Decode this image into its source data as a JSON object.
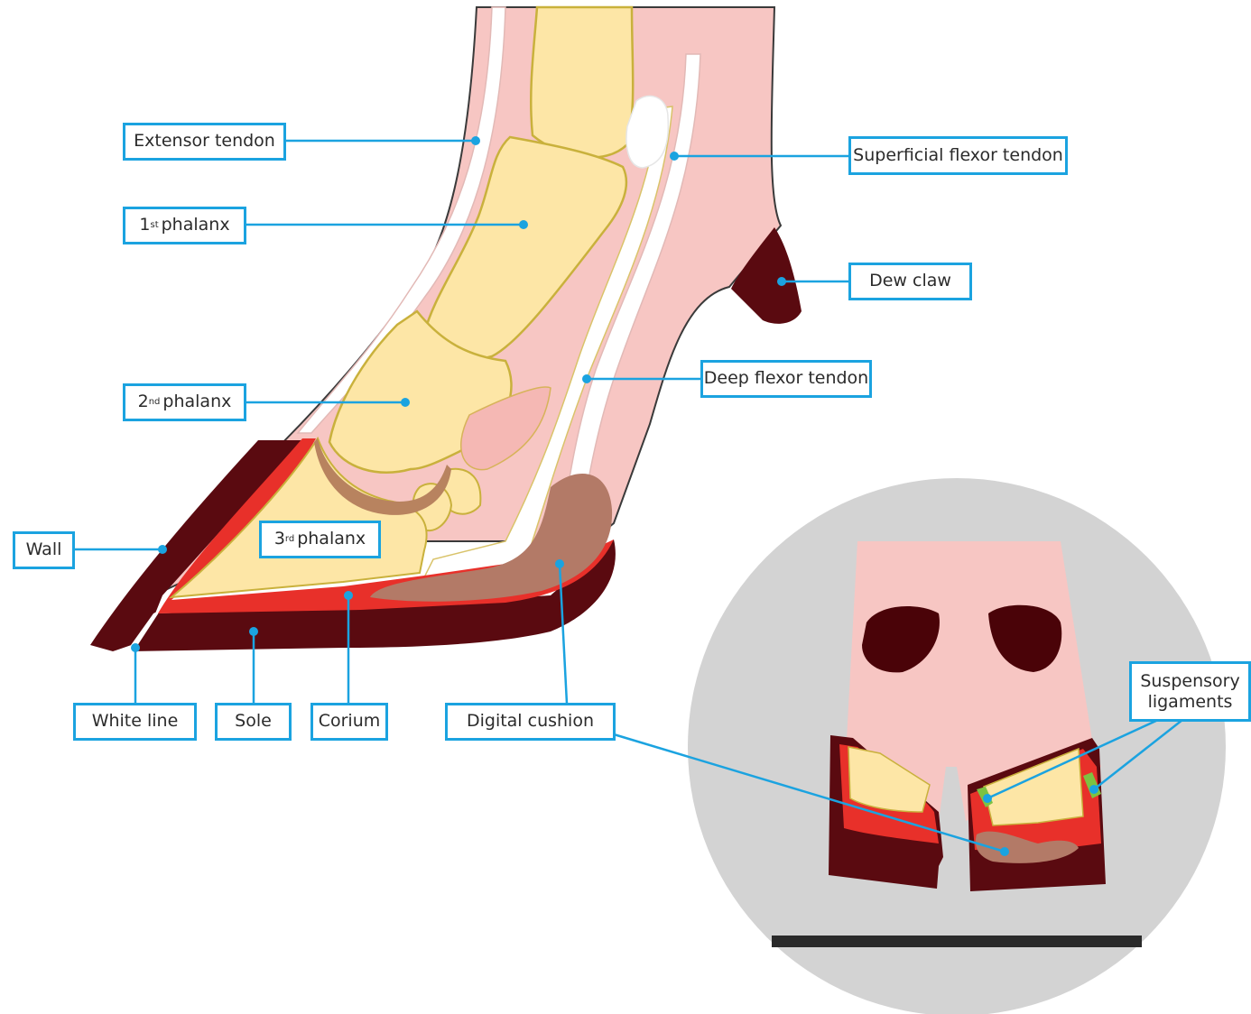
{
  "labels": {
    "extensor_tendon": "Extensor tendon",
    "first_phalanx": {
      "number": "1",
      "suffix": "st",
      "word": "phalanx"
    },
    "second_phalanx": {
      "number": "2",
      "suffix": "nd",
      "word": "phalanx"
    },
    "third_phalanx": {
      "number": "3",
      "suffix": "rd",
      "word": "phalanx"
    },
    "superficial_flexor_tendon": "Superficial flexor tendon",
    "dew_claw": "Dew claw",
    "deep_flexor_tendon": "Deep flexor tendon",
    "wall": "Wall",
    "white_line": "White line",
    "sole": "Sole",
    "corium": "Corium",
    "digital_cushion": "Digital cushion",
    "suspensory_ligaments": {
      "line1": "Suspensory",
      "line2": "ligaments"
    }
  },
  "colors": {
    "accent": "#1ba3e0",
    "skin": "#f7c6c3",
    "bone": "#fde6a6",
    "bone_outline": "#c9b13c",
    "horn": "#5a0a10",
    "corium": "#e8302a",
    "cushion": "#b37a67",
    "white_line": "#ffffff",
    "ligament": "#7cc242",
    "inset_bg": "#d3d3d3"
  }
}
